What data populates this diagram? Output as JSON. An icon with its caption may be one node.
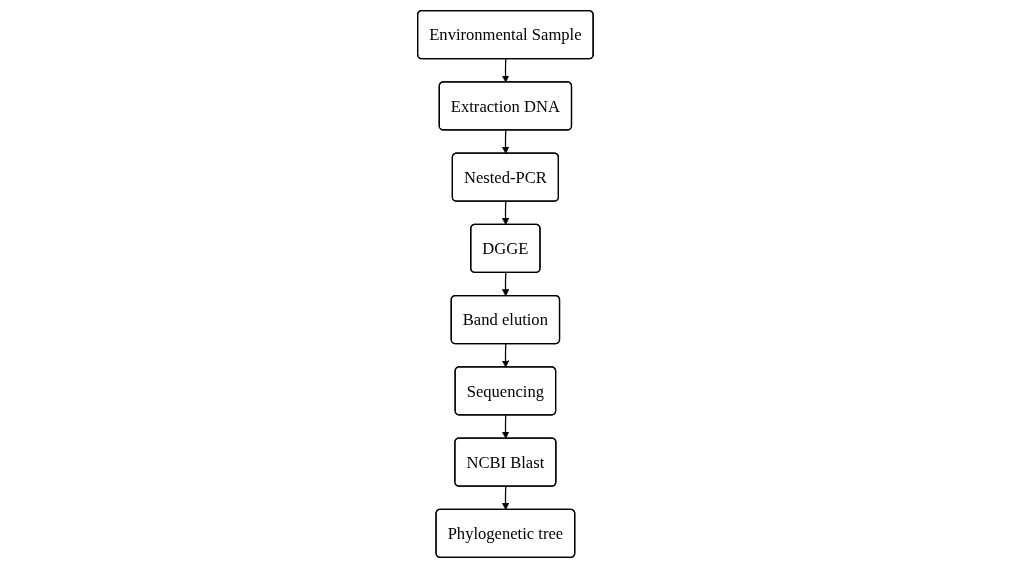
{
  "diagram": {
    "nodes": [
      {
        "text": [
          "Environmental Sample"
        ]
      },
      {
        "text": [
          "Extraction DNA"
        ]
      },
      {
        "text": [
          "Nested-PCR"
        ]
      },
      {
        "text": [
          "DGGE"
        ]
      },
      {
        "text": [
          "Band elution"
        ]
      },
      {
        "text": [
          "Sequencing"
        ]
      },
      {
        "text": [
          "NCBI Blast"
        ]
      },
      {
        "text": [
          "Phylogenetic tree"
        ]
      }
    ],
    "edges": [
      {
        "from": 0,
        "to": 1,
        "arrow": "to"
      },
      {
        "from": 1,
        "to": 2,
        "arrow": "to"
      },
      {
        "from": 2,
        "to": 3,
        "arrow": "to"
      },
      {
        "from": 3,
        "to": 4,
        "arrow": "to"
      },
      {
        "from": 4,
        "to": 5,
        "arrow": "to"
      },
      {
        "from": 5,
        "to": 6,
        "arrow": "to"
      },
      {
        "from": 6,
        "to": 7,
        "arrow": "to"
      }
    ]
  }
}
